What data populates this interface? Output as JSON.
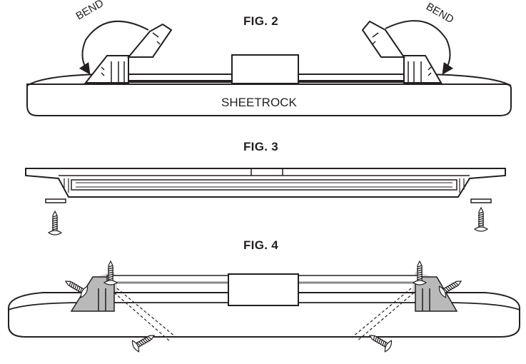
{
  "figures": [
    {
      "label": "FIG. 2",
      "surface_label": "SHEETROCK",
      "annotations": [
        "BEND",
        "BEND"
      ]
    },
    {
      "label": "FIG. 3"
    },
    {
      "label": "FIG. 4"
    }
  ],
  "colors": {
    "line": "#231f20",
    "fill": "#ffffff",
    "bracket_gray": "#b9b9b9",
    "shadow_gray": "#d9d9d9",
    "bar_gray": "#8a8a8a"
  }
}
